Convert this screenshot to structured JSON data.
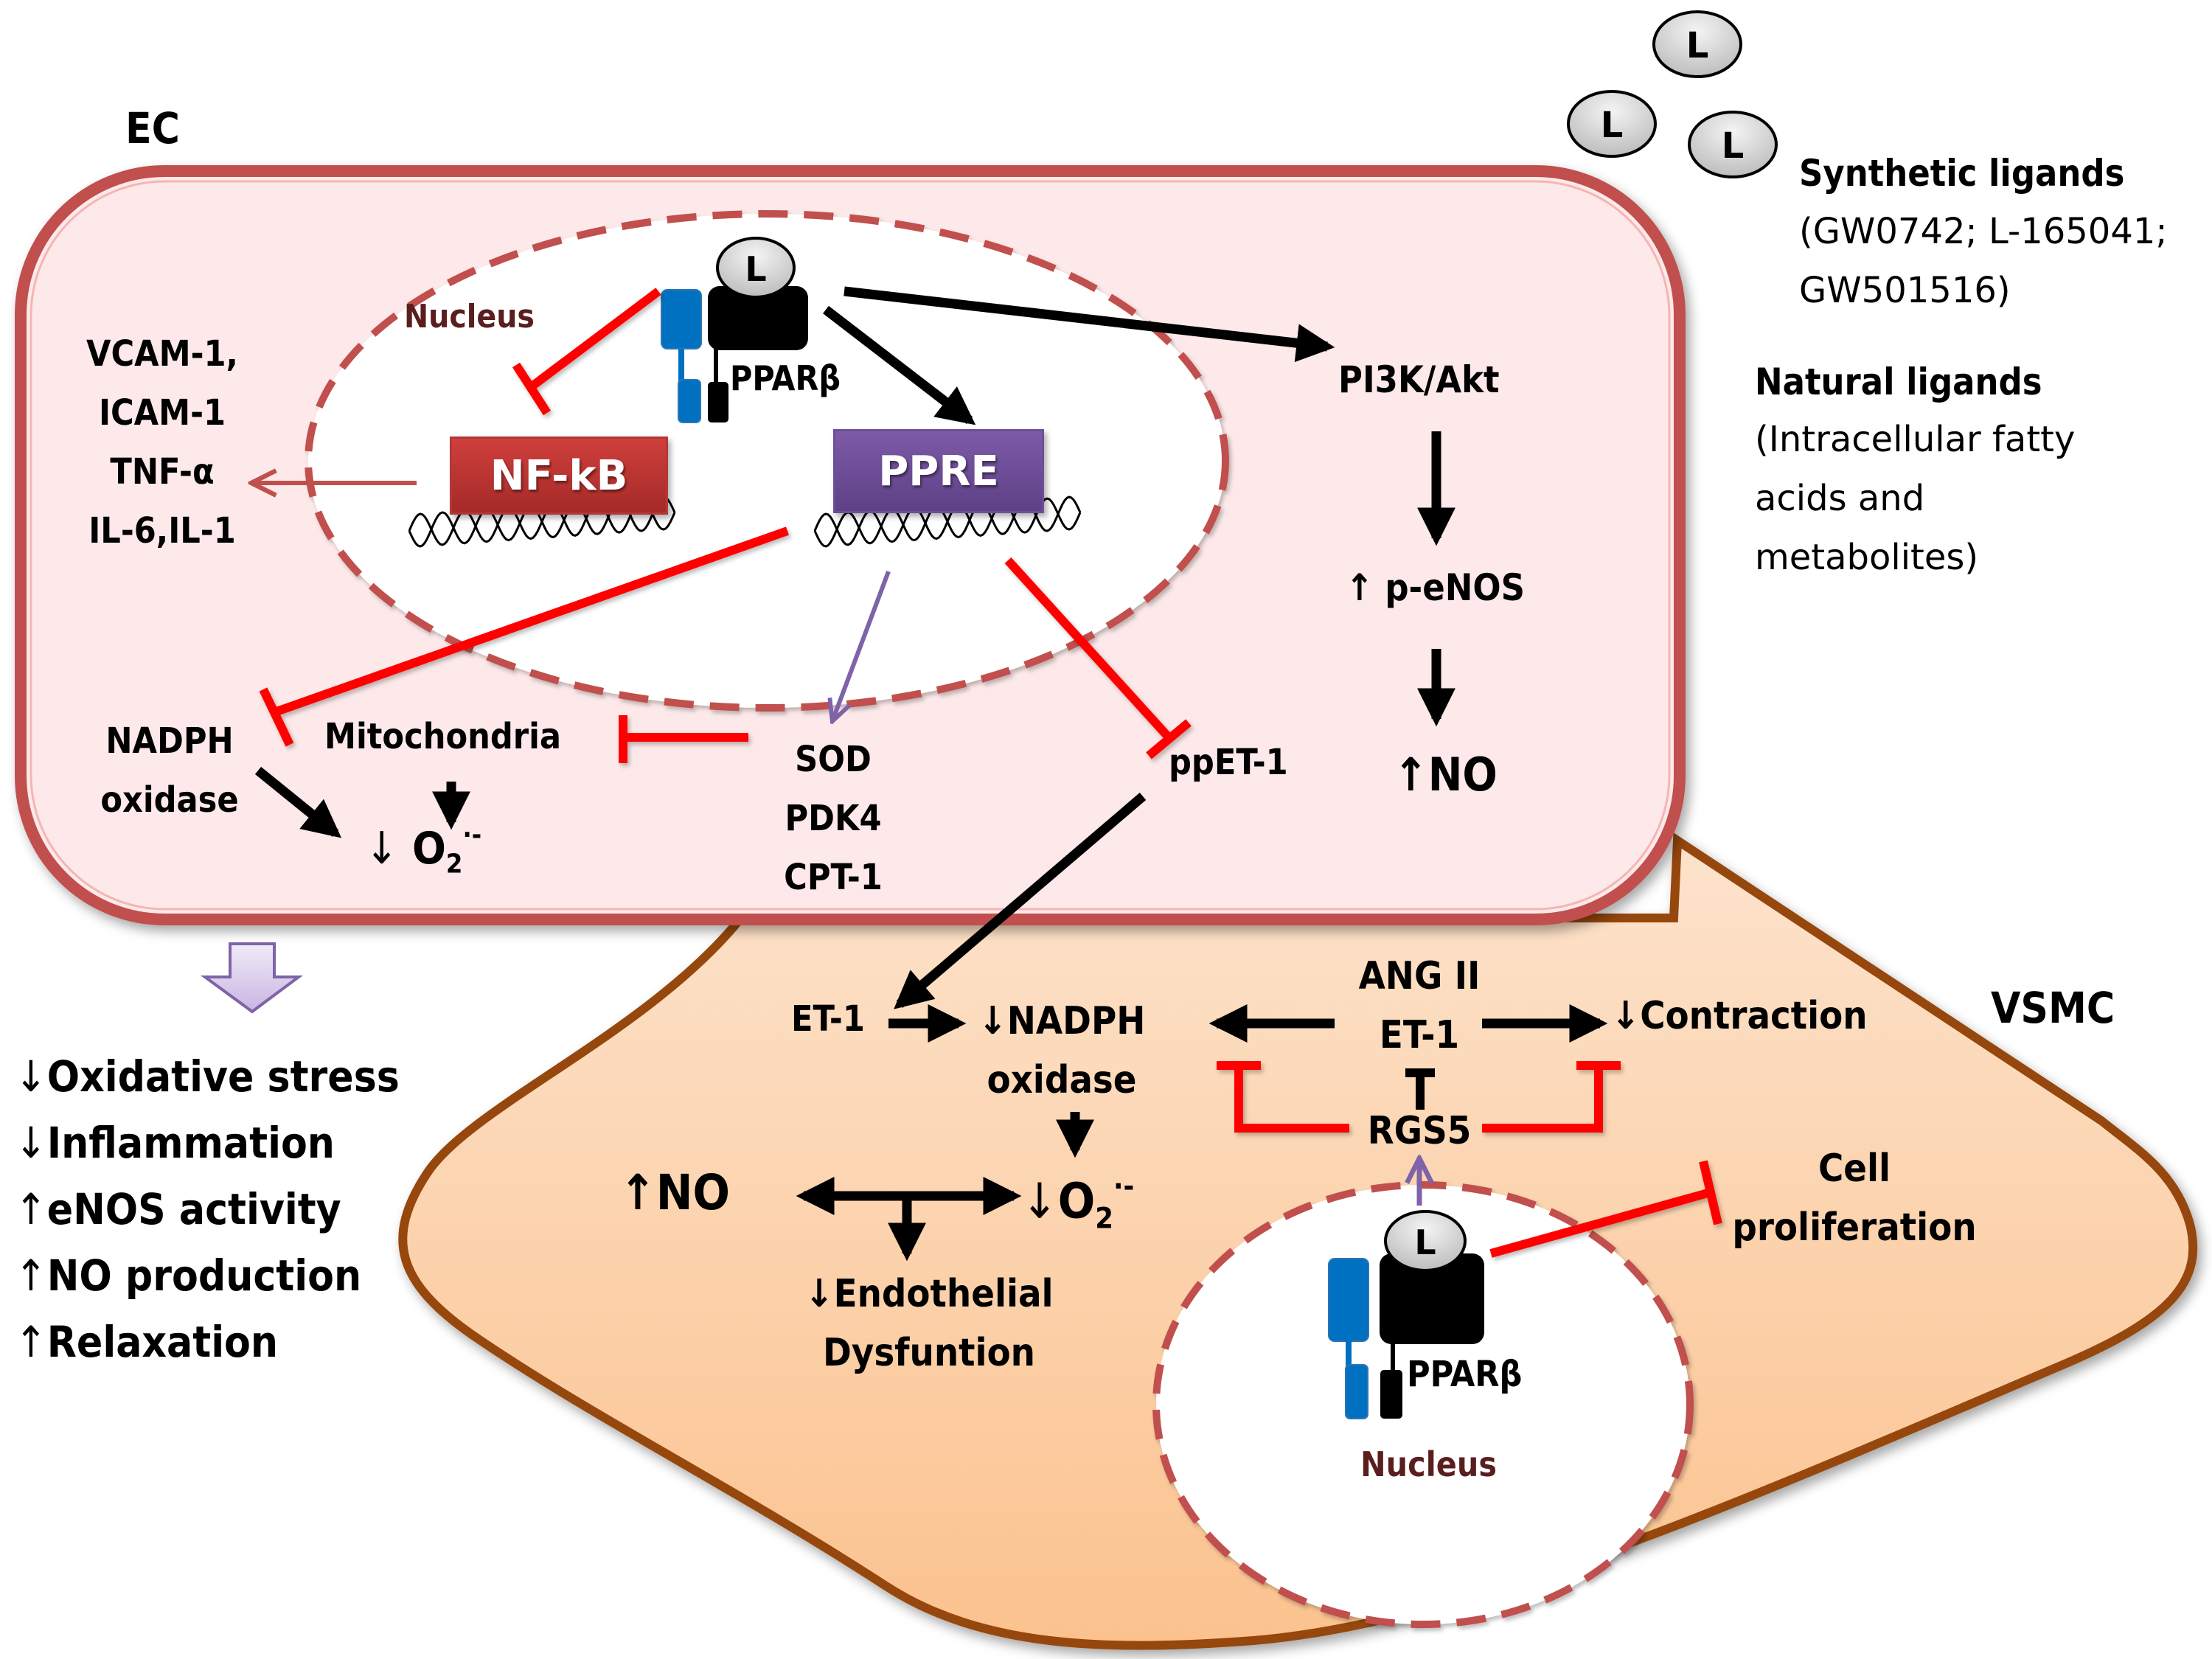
{
  "figure": {
    "title": "PPARβ signaling in endothelial cells and vascular smooth muscle cells"
  },
  "colors": {
    "ec_border": "#c0504d",
    "ec_fill": "#fde9e9",
    "vsmc_border": "#964607",
    "vsmc_fill": "#fcd5b0",
    "nucleus_border": "#c0504d",
    "inhibit": "#ff0000",
    "activate": "#000000",
    "purple_arrow": "#7f63a8",
    "nfkb_box": "#c0392b",
    "ppre_box": "#7050a0",
    "receptor_blue": "#0070c0",
    "ligand_fill": "#d9d9d9"
  },
  "cells": {
    "ec_label": "EC",
    "vsmc_label": "VSMC",
    "nucleus_label": "Nucleus"
  },
  "ligands": {
    "glyph": "L",
    "synthetic_title": "Synthetic ligands",
    "synthetic_line1": "(GW0742; L-165041;",
    "synthetic_line2": "GW501516)",
    "natural_title": "Natural ligands",
    "natural_line1": "(Intracellular fatty",
    "natural_line2": "acids and",
    "natural_line3": "metabolites)"
  },
  "ec": {
    "receptor_label": "PPARβ",
    "nfkb": "NF-kB",
    "ppre": "PPRE",
    "inflammatory_markers": [
      "VCAM-1,",
      "ICAM-1",
      "TNF-α",
      "IL-6,IL-1"
    ],
    "nadph_line1": "NADPH",
    "nadph_line2": "oxidase",
    "mitochondria": "Mitochondria",
    "superoxide_arrow": "↓",
    "superoxide_base": "O",
    "superoxide_sub": "2",
    "superoxide_sup": "·-",
    "target_genes": [
      "SOD",
      "PDK4",
      "CPT-1"
    ],
    "ppet1": "ppET-1",
    "pi3k": "PI3K/Akt",
    "peNOS": "↑ p-eNOS",
    "no": "↑NO"
  },
  "effects": {
    "items": [
      {
        "arrow": "↓",
        "text": "Oxidative stress"
      },
      {
        "arrow": "↓",
        "text": "Inflammation"
      },
      {
        "arrow": "↑",
        "text": "eNOS activity"
      },
      {
        "arrow": "↑",
        "text": "NO production"
      },
      {
        "arrow": "↑",
        "text": "Relaxation"
      }
    ]
  },
  "vsmc": {
    "et1_left": "ET-1",
    "nadph_line1": "↓NADPH",
    "nadph_line2": "oxidase",
    "ang2": "ANG II",
    "et1_center": "ET-1",
    "contraction": "↓Contraction",
    "rgs5": "RGS5",
    "no": "↑NO",
    "superoxide_arrow": "↓",
    "superoxide_base": "O",
    "superoxide_sub": "2",
    "superoxide_sup": "·-",
    "endo_line1": "↓Endothelial",
    "endo_line2": "Dysfuntion",
    "cell_line1": "Cell",
    "cell_line2": "proliferation",
    "receptor_label": "PPARβ"
  }
}
